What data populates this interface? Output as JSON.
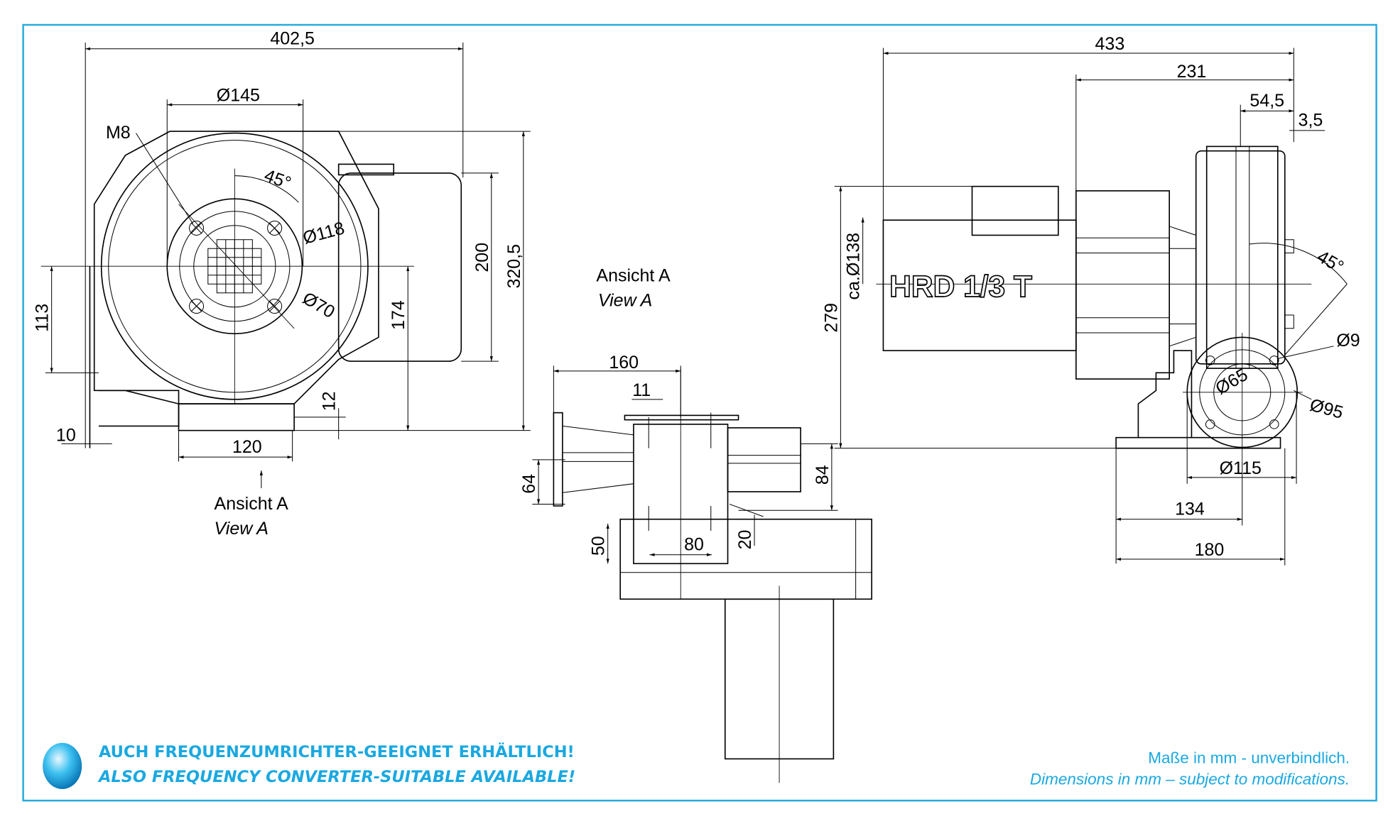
{
  "colors": {
    "frame": "#29abe2",
    "accent": "#1aa8e0"
  },
  "left_view": {
    "dims": {
      "overall_width": "402,5",
      "inlet_dia": "Ø145",
      "thread": "M8",
      "angle": "45°",
      "bolt_circle": "Ø118",
      "inner_dia": "Ø70",
      "height_200": "200",
      "height_total": "320,5",
      "axis_height": "174",
      "side_113": "113",
      "base_12": "12",
      "flange_10": "10",
      "base_width": "120"
    },
    "view_label_de": "Ansicht A",
    "view_label_en": "View A"
  },
  "middle_view": {
    "title_de": "Ansicht A",
    "title_en": "View A",
    "dims": {
      "width_160": "160",
      "slot_11": "11",
      "height_64": "64",
      "height_84": "84",
      "height_50": "50",
      "spacing_80": "80",
      "offset_20": "20"
    }
  },
  "right_view": {
    "model": "HRD 1/3 T",
    "dims": {
      "overall_length": "433",
      "length_231": "231",
      "length_54_5": "54,5",
      "gap_3_5": "3,5",
      "dia_138": "ca.Ø138",
      "height_279": "279",
      "angle": "45°",
      "hole_dia": "Ø9",
      "dia_65": "Ø65",
      "dia_95": "Ø95",
      "dia_115": "Ø115",
      "base_134": "134",
      "base_180": "180"
    }
  },
  "footer": {
    "note_de": "AUCH FREQUENZUMRICHTER-GEEIGNET ERHÄLTLICH!",
    "note_en": "ALSO FREQUENCY CONVERTER-SUITABLE AVAILABLE!",
    "disclaimer_de": "Maße in mm - unverbindlich.",
    "disclaimer_en": "Dimensions in mm – subject to modifications."
  }
}
